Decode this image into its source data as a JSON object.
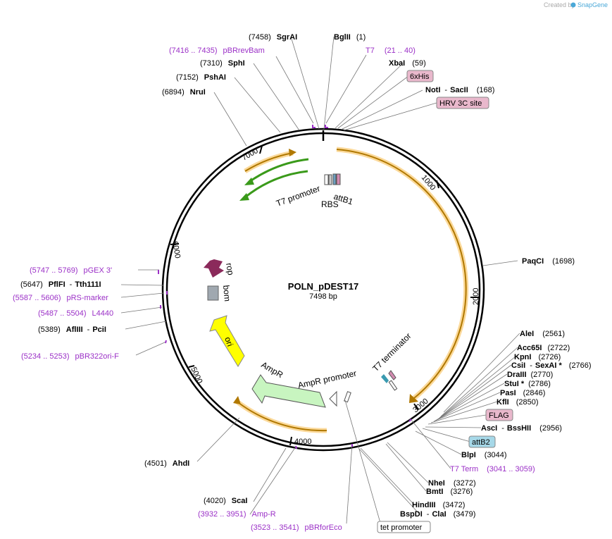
{
  "plasmid": {
    "name": "POLN_pDEST17",
    "length": "7498 bp",
    "total_bp": 7498
  },
  "credit": {
    "prefix": "Created by",
    "brand": "SnapGene"
  },
  "ticks": [
    {
      "bp": 1000,
      "label": "1000"
    },
    {
      "bp": 2000,
      "label": "2000"
    },
    {
      "bp": 3000,
      "label": "3000"
    },
    {
      "bp": 4000,
      "label": "4000"
    },
    {
      "bp": 5000,
      "label": "5000"
    },
    {
      "bp": 6000,
      "label": "6000"
    },
    {
      "bp": 7000,
      "label": "7000"
    }
  ],
  "sites": [
    {
      "name": "BglII",
      "pos": "(1)"
    },
    {
      "name": "SgrAI",
      "pos": "(7458)"
    },
    {
      "name": "XbaI",
      "pos": "(59)"
    },
    {
      "name": "SphI",
      "pos": "(7310)"
    },
    {
      "name": "PshAI",
      "pos": "(7152)"
    },
    {
      "name": "NotI",
      "name2": "SacII",
      "pos": "(168)"
    },
    {
      "name": "NruI",
      "pos": "(6894)"
    },
    {
      "name": "PaqCI",
      "pos": "(1698)"
    },
    {
      "name": "AleI",
      "pos": "(2561)"
    },
    {
      "name": "Acc65I",
      "pos": "(2722)"
    },
    {
      "name": "KpnI",
      "pos": "(2726)"
    },
    {
      "name": "CsiI",
      "name2": "SexAI *",
      "pos": "(2766)"
    },
    {
      "name": "DraIII",
      "pos": "(2770)"
    },
    {
      "name": "StuI *",
      "pos": "(2786)"
    },
    {
      "name": "PasI",
      "pos": "(2846)"
    },
    {
      "name": "KflI",
      "pos": "(2850)"
    },
    {
      "name": "AscI",
      "name2": "BssHII",
      "pos": "(2956)"
    },
    {
      "name": "BlpI",
      "pos": "(3044)"
    },
    {
      "name": "NheI",
      "pos": "(3272)"
    },
    {
      "name": "BmtI",
      "pos": "(3276)"
    },
    {
      "name": "HindIII",
      "pos": "(3472)"
    },
    {
      "name": "BspDI",
      "name2": "ClaI",
      "pos": "(3479)"
    },
    {
      "name": "ScaI",
      "pos": "(4020)"
    },
    {
      "name": "AhdI",
      "pos": "(4501)"
    },
    {
      "name": "PflFI",
      "name2": "Tth111I",
      "pos": "(5647)"
    },
    {
      "name": "AflIII",
      "name2": "PciI",
      "pos": "(5389)"
    }
  ],
  "primers": [
    {
      "name": "pBRrevBam",
      "range": "(7416 .. 7435)"
    },
    {
      "name": "T7",
      "range": "(21 .. 40)"
    },
    {
      "name": "T7 Term",
      "range": "(3041 .. 3059)"
    },
    {
      "name": "Amp-R",
      "range": "(3932 .. 3951)"
    },
    {
      "name": "pBRforEco",
      "range": "(3523 .. 3541)"
    },
    {
      "name": "pGEX 3'",
      "range": "(5747 .. 5769)"
    },
    {
      "name": "pRS-marker",
      "range": "(5587 .. 5606)"
    },
    {
      "name": "L4440",
      "range": "(5487 .. 5504)"
    },
    {
      "name": "pBR322ori-F",
      "range": "(5234 .. 5253)"
    }
  ],
  "boxed_features": [
    {
      "label": "6xHis"
    },
    {
      "label": "HRV 3C site"
    },
    {
      "label": "FLAG"
    },
    {
      "label": "attB2"
    },
    {
      "label": "tet promoter"
    }
  ],
  "map_features": [
    {
      "label": "T7 promoter"
    },
    {
      "label": "RBS"
    },
    {
      "label": "attB1"
    },
    {
      "label": "rop"
    },
    {
      "label": "bom"
    },
    {
      "label": "ori"
    },
    {
      "label": "AmpR"
    },
    {
      "label": "AmpR promoter"
    },
    {
      "label": "T7 terminator"
    }
  ],
  "colors": {
    "primer": "#9b30c7",
    "orf": "#f6a800",
    "orf_glow": "#fbd99a",
    "green": "#3a9a1a",
    "ampr": "#c8f5c0",
    "ori": "#ffff00",
    "rop": "#8b2a5b",
    "bom": "#a0a8b0",
    "pink_box": "#e9b8cc",
    "blue_box": "#a6d8e8"
  }
}
